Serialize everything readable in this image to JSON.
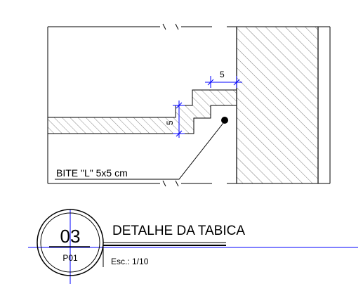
{
  "drawing": {
    "dimension_horizontal": "5",
    "dimension_vertical": "5",
    "callout": "BITE \"L\" 5x5 cm"
  },
  "title_block": {
    "detail_number": "03",
    "sheet": "P01",
    "title": "DETALHE DA TABICA",
    "scale": "Esc.: 1/10"
  },
  "colors": {
    "line": "#000000",
    "dimension": "#0000ff",
    "hatch": "#555555"
  }
}
